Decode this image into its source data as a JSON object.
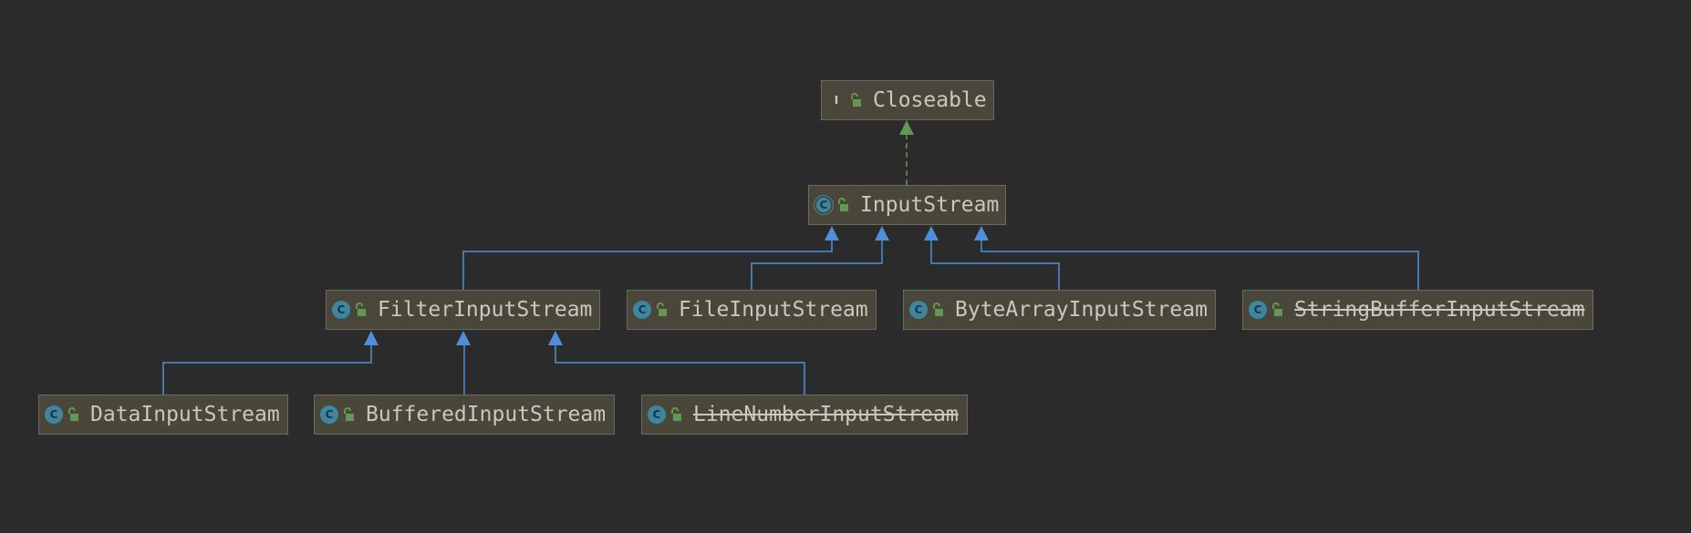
{
  "diagram": {
    "colors": {
      "background": "#2b2b2b",
      "node_fill": "#4a473a",
      "node_border": "#6a6a5e",
      "extends_edge": "#4f8fd9",
      "implements_edge": "#629755",
      "class_icon": "#3e86a0",
      "interface_icon": "#629755"
    },
    "nodes": [
      {
        "id": "closeable",
        "label": "Closeable",
        "kind": "interface",
        "kind_glyph": "I",
        "deprecated": false
      },
      {
        "id": "inputstream",
        "label": "InputStream",
        "kind": "abstract",
        "kind_glyph": "C",
        "deprecated": false
      },
      {
        "id": "filterinputstream",
        "label": "FilterInputStream",
        "kind": "class",
        "kind_glyph": "C",
        "deprecated": false
      },
      {
        "id": "fileinputstream",
        "label": "FileInputStream",
        "kind": "class",
        "kind_glyph": "C",
        "deprecated": false
      },
      {
        "id": "bytearrayinputstream",
        "label": "ByteArrayInputStream",
        "kind": "class",
        "kind_glyph": "C",
        "deprecated": false
      },
      {
        "id": "stringbufferinputstream",
        "label": "StringBufferInputStream",
        "kind": "class",
        "kind_glyph": "C",
        "deprecated": true
      },
      {
        "id": "datainputstream",
        "label": "DataInputStream",
        "kind": "class",
        "kind_glyph": "C",
        "deprecated": false
      },
      {
        "id": "bufferedinputstream",
        "label": "BufferedInputStream",
        "kind": "class",
        "kind_glyph": "C",
        "deprecated": false
      },
      {
        "id": "linenumberinputstream",
        "label": "LineNumberInputStream",
        "kind": "class",
        "kind_glyph": "C",
        "deprecated": true
      }
    ],
    "edges": [
      {
        "from": "inputstream",
        "to": "closeable",
        "type": "implements"
      },
      {
        "from": "filterinputstream",
        "to": "inputstream",
        "type": "extends"
      },
      {
        "from": "fileinputstream",
        "to": "inputstream",
        "type": "extends"
      },
      {
        "from": "bytearrayinputstream",
        "to": "inputstream",
        "type": "extends"
      },
      {
        "from": "stringbufferinputstream",
        "to": "inputstream",
        "type": "extends"
      },
      {
        "from": "datainputstream",
        "to": "filterinputstream",
        "type": "extends"
      },
      {
        "from": "bufferedinputstream",
        "to": "filterinputstream",
        "type": "extends"
      },
      {
        "from": "linenumberinputstream",
        "to": "filterinputstream",
        "type": "extends"
      }
    ]
  }
}
